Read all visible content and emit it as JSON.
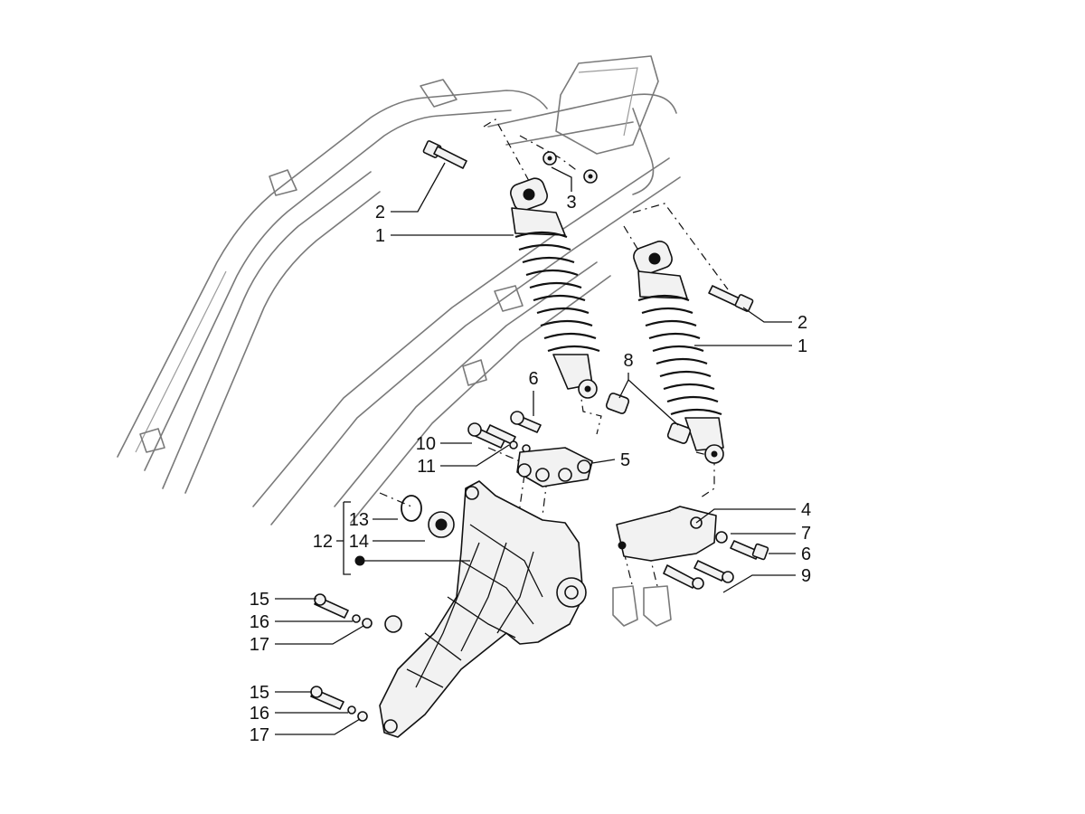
{
  "callouts": {
    "c1a": "1",
    "c1b": "1",
    "c2a": "2",
    "c2b": "2",
    "c3": "3",
    "c4": "4",
    "c5": "5",
    "c6a": "6",
    "c6b": "6",
    "c7": "7",
    "c8": "8",
    "c9": "9",
    "c10": "10",
    "c11": "11",
    "c12": "12",
    "c13": "13",
    "c14": "14",
    "c15a": "15",
    "c15b": "15",
    "c16a": "16",
    "c16b": "16",
    "c17a": "17",
    "c17b": "17"
  },
  "colors": {
    "ink": "#111111",
    "frame_line": "#7a7a7a",
    "background": "#ffffff"
  }
}
